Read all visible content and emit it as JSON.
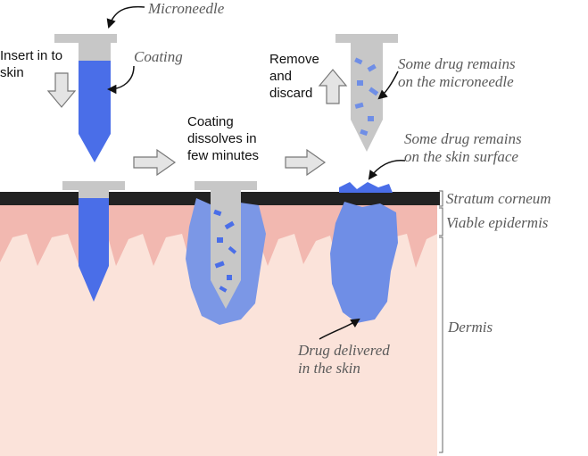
{
  "labels": {
    "microneedle": "Microneedle",
    "insert": "Insert in to\nskin",
    "coating": "Coating",
    "coating_dissolves": "Coating\ndissolves in\nfew minutes",
    "remove_discard": "Remove\nand\ndiscard",
    "drug_remains_needle": "Some drug remains\non the microneedle",
    "drug_remains_skin": "Some drug remains\non the skin surface",
    "stratum_corneum": "Stratum corneum",
    "viable_epidermis": "Viable epidermis",
    "dermis": "Dermis",
    "drug_delivered": "Drug delivered\nin the skin"
  },
  "colors": {
    "drug_blue": "#4a6ee8",
    "drug_light": "#7b97e6",
    "needle_gray": "#c7c7c7",
    "stratum_black": "#222222",
    "epidermis_pink": "#f2b8b0",
    "dermis_peach": "#fbe3da",
    "arrow_fill": "#e4e4e4"
  }
}
